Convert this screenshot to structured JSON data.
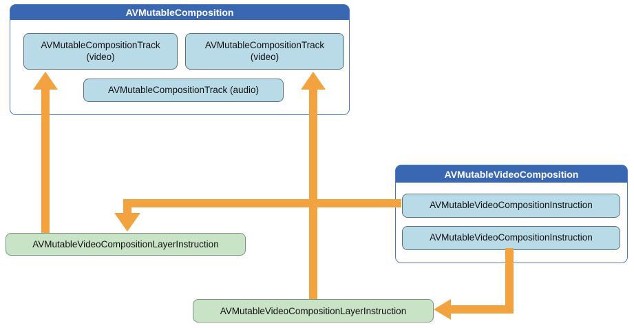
{
  "diagram": {
    "composition": {
      "title": "AVMutableComposition",
      "tracks": [
        {
          "label": "AVMutableCompositionTrack",
          "sublabel": "(video)"
        },
        {
          "label": "AVMutableCompositionTrack",
          "sublabel": "(video)"
        },
        {
          "label": "AVMutableCompositionTrack (audio)"
        }
      ]
    },
    "video_composition": {
      "title": "AVMutableVideoComposition",
      "instructions": [
        {
          "label": "AVMutableVideoCompositionInstruction"
        },
        {
          "label": "AVMutableVideoCompositionInstruction"
        }
      ]
    },
    "layer_instructions": {
      "left": {
        "label": "AVMutableVideoCompositionLayerInstruction"
      },
      "bottom": {
        "label": "AVMutableVideoCompositionLayerInstruction"
      }
    },
    "colors": {
      "header_blue": "#3a67b2",
      "container_border": "#4a7ac2",
      "container_bg": "#ffffff",
      "track_fill": "#b8dbe7",
      "track_border": "#5d7078",
      "green_fill": "#c9e3c6",
      "green_border": "#7e937e",
      "arrow_orange": "#f2a340",
      "title_text": "#ffffff",
      "box_text": "#111111"
    }
  }
}
